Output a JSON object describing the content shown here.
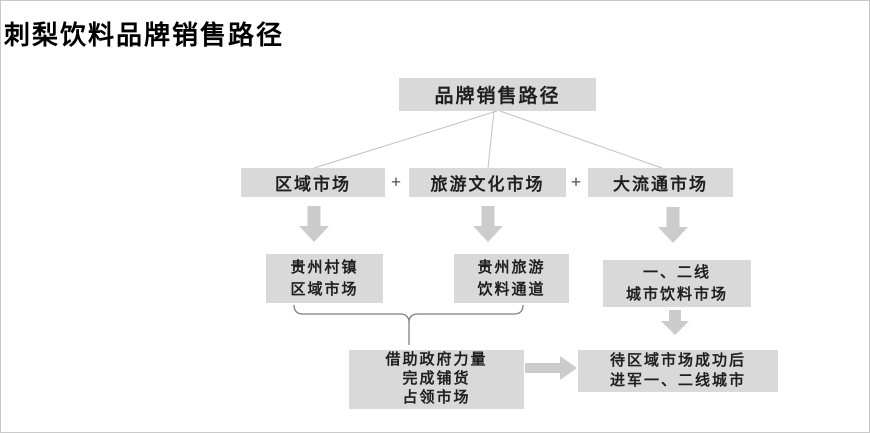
{
  "page": {
    "title": "刺梨饮料品牌销售路径"
  },
  "diagram": {
    "root": {
      "label": "品牌销售路径"
    },
    "plus_sign": "+",
    "level1": [
      {
        "label": "区域市场"
      },
      {
        "label": "旅游文化市场"
      },
      {
        "label": "大流通市场"
      }
    ],
    "level2": [
      {
        "lines": [
          "贵州村镇",
          "区域市场"
        ]
      },
      {
        "lines": [
          "贵州旅游",
          "饮料通道"
        ]
      },
      {
        "lines": [
          "一、二线",
          "城市饮料市场"
        ]
      }
    ],
    "bottom": {
      "strategy": {
        "lines": [
          "借助政府力量",
          "完成铺货",
          "占领市场"
        ]
      },
      "expansion": {
        "lines": [
          "待区域市场成功后",
          "进军一、二线城市"
        ]
      }
    },
    "colors": {
      "box_fill": "#d9d9d9",
      "arrow_fill": "#cccccc",
      "connector_line": "#c1c1c1",
      "brace": "#7f7f7f",
      "text": "#1f1f1f"
    }
  }
}
